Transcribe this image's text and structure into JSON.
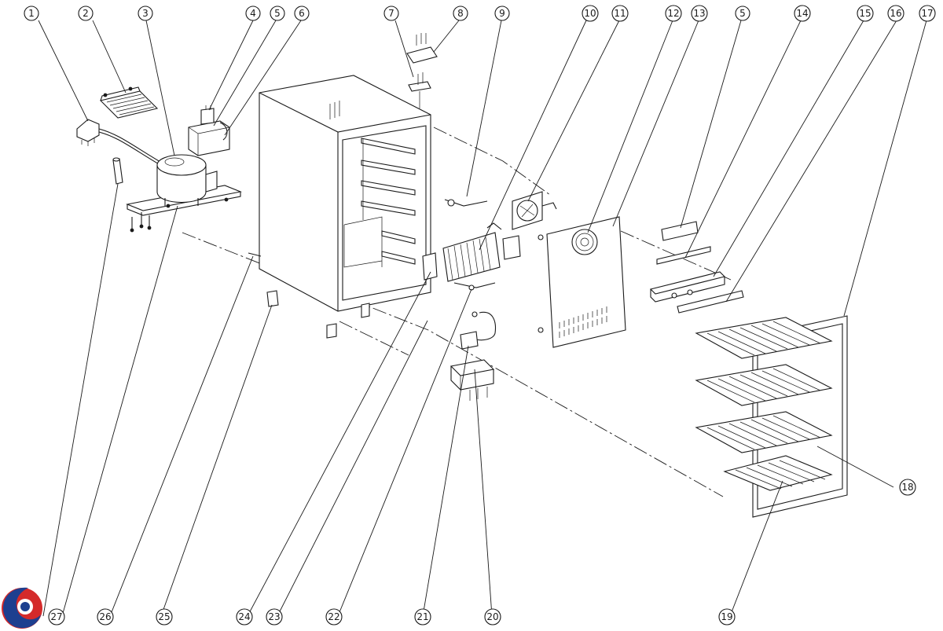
{
  "diagram": {
    "type": "exploded-parts-view",
    "callouts": [
      "1",
      "2",
      "3",
      "4",
      "5",
      "6",
      "7",
      "8",
      "9",
      "10",
      "11",
      "12",
      "13",
      "5",
      "14",
      "15",
      "16",
      "17",
      "18",
      "19",
      "20",
      "21",
      "22",
      "23",
      "24",
      "25",
      "26",
      "27"
    ],
    "logo_colors": {
      "blue": "#1d3f8f",
      "red": "#d42a2a"
    }
  }
}
